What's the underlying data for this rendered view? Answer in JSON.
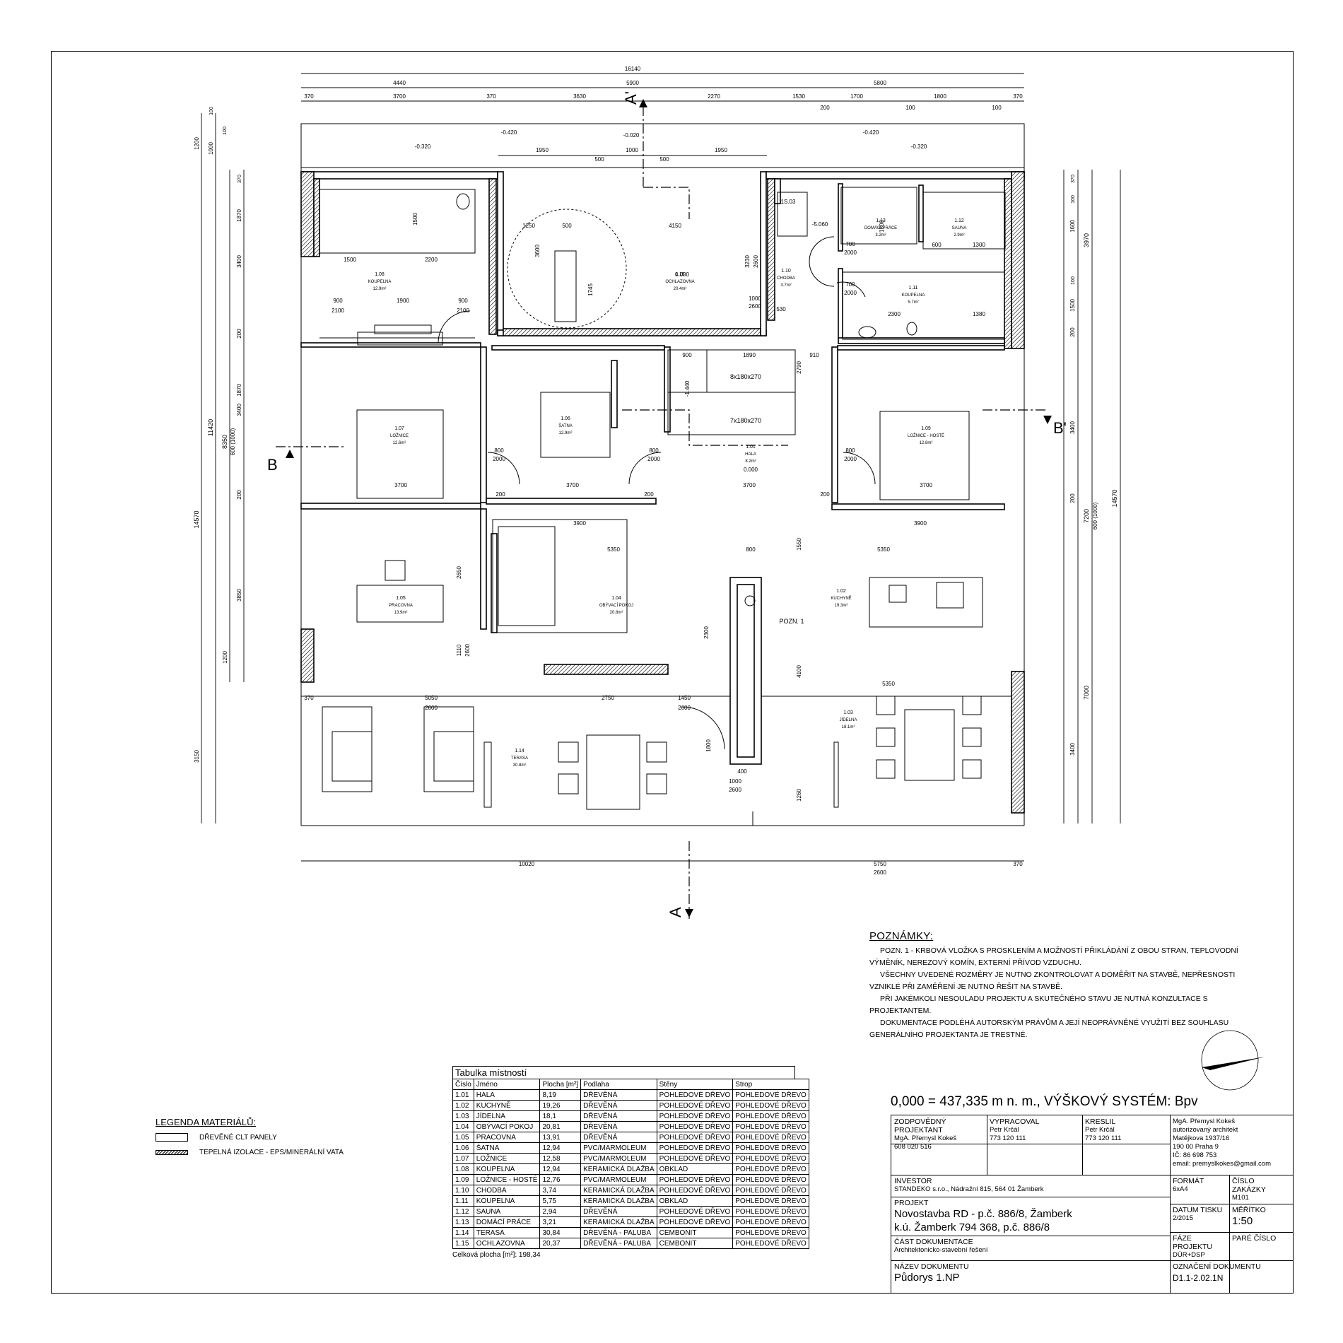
{
  "section_marks": {
    "a_top": "A'",
    "a_bottom": "A",
    "b_left": "B",
    "b_right": "B'"
  },
  "plan_labels": [
    {
      "id": "d-16140",
      "text": "16140"
    },
    {
      "id": "d-4440",
      "text": "4440"
    },
    {
      "id": "d-5900",
      "text": "5900"
    },
    {
      "id": "d-5800",
      "text": "5800"
    },
    {
      "id": "d-370a",
      "text": "370"
    },
    {
      "id": "d-3700a",
      "text": "3700"
    },
    {
      "id": "d-370b",
      "text": "370"
    },
    {
      "id": "d-3630",
      "text": "3630"
    },
    {
      "id": "d-2270",
      "text": "2270"
    },
    {
      "id": "d-1530",
      "text": "1530"
    },
    {
      "id": "d-200a",
      "text": "200"
    },
    {
      "id": "d-1700a",
      "text": "1700"
    },
    {
      "id": "d-100a",
      "text": "100"
    },
    {
      "id": "d-1800a",
      "text": "1800"
    },
    {
      "id": "d-100b",
      "text": "100"
    },
    {
      "id": "d-370c",
      "text": "370"
    },
    {
      "id": "lv-1",
      "text": "-0.320"
    },
    {
      "id": "lv-2",
      "text": "-0.420"
    },
    {
      "id": "lv-3",
      "text": "-0.020"
    },
    {
      "id": "lv-4",
      "text": "-0.420"
    },
    {
      "id": "lv-5",
      "text": "-0.320"
    },
    {
      "id": "d-1950a",
      "text": "1950"
    },
    {
      "id": "d-500a",
      "text": "500"
    },
    {
      "id": "d-1000a",
      "text": "1000"
    },
    {
      "id": "d-500b",
      "text": "500"
    },
    {
      "id": "d-1950b",
      "text": "1950"
    },
    {
      "id": "r108",
      "text": "1.08"
    },
    {
      "id": "r108n",
      "text": "KOUPELNA"
    },
    {
      "id": "r108a",
      "text": "12.9m²"
    },
    {
      "id": "r115",
      "text": "1.15"
    },
    {
      "id": "r115n",
      "text": "OCHLAZOVNA"
    },
    {
      "id": "r115a",
      "text": "20.4m²"
    },
    {
      "id": "r115l",
      "text": "0.000"
    },
    {
      "id": "r110",
      "text": "1.10"
    },
    {
      "id": "r110n",
      "text": "CHODBA"
    },
    {
      "id": "r110a",
      "text": "3.7m²"
    },
    {
      "id": "r113",
      "text": "1.13"
    },
    {
      "id": "r113n",
      "text": "DOMÁCÍ PRÁCE"
    },
    {
      "id": "r113a",
      "text": "3.2m²"
    },
    {
      "id": "r112",
      "text": "1.12"
    },
    {
      "id": "r112n",
      "text": "SAUNA"
    },
    {
      "id": "r112a",
      "text": "2.9m²"
    },
    {
      "id": "r111",
      "text": "1.11"
    },
    {
      "id": "r111n",
      "text": "KOUPELNA"
    },
    {
      "id": "r111a",
      "text": "5.7m²"
    },
    {
      "id": "r107",
      "text": "1.07"
    },
    {
      "id": "r107n",
      "text": "LOŽNICE"
    },
    {
      "id": "r107a",
      "text": "12.6m²"
    },
    {
      "id": "r106",
      "text": "1.06"
    },
    {
      "id": "r106n",
      "text": "ŠATNA"
    },
    {
      "id": "r106a",
      "text": "12.9m²"
    },
    {
      "id": "r101",
      "text": "1.01"
    },
    {
      "id": "r101n",
      "text": "HALA"
    },
    {
      "id": "r101a",
      "text": "8.2m²"
    },
    {
      "id": "r101l",
      "text": "0.000"
    },
    {
      "id": "r109",
      "text": "1.09"
    },
    {
      "id": "r109n",
      "text": "LOŽNICE - HOSTÉ"
    },
    {
      "id": "r109a",
      "text": "12.8m²"
    },
    {
      "id": "r105",
      "text": "1.05"
    },
    {
      "id": "r105n",
      "text": "PRACOVNA"
    },
    {
      "id": "r105a",
      "text": "13.9m²"
    },
    {
      "id": "r104",
      "text": "1.04"
    },
    {
      "id": "r104n",
      "text": "OBÝVACÍ POKOJ"
    },
    {
      "id": "r104a",
      "text": "20.8m²"
    },
    {
      "id": "r102",
      "text": "1.02"
    },
    {
      "id": "r102n",
      "text": "KUCHYNĚ"
    },
    {
      "id": "r102a",
      "text": "19.3m²"
    },
    {
      "id": "r103",
      "text": "1.03"
    },
    {
      "id": "r103n",
      "text": "JÍDELNA"
    },
    {
      "id": "r103a",
      "text": "18.1m²"
    },
    {
      "id": "r114",
      "text": "1.14"
    },
    {
      "id": "r114n",
      "text": "TERASA"
    },
    {
      "id": "r114a",
      "text": "30.8m²"
    },
    {
      "id": "ts03",
      "text": "1S.03"
    },
    {
      "id": "lv-5060",
      "text": "-5.060"
    },
    {
      "id": "lv-1440",
      "text": "-1.440"
    },
    {
      "id": "st1",
      "text": "8x180x270"
    },
    {
      "id": "st2",
      "text": "7x180x270"
    },
    {
      "id": "pozn1",
      "text": "POZN. 1"
    },
    {
      "id": "i1500a",
      "text": "1500"
    },
    {
      "id": "i1500b",
      "text": "1500"
    },
    {
      "id": "i2200",
      "text": "2200"
    },
    {
      "id": "i900a",
      "text": "900"
    },
    {
      "id": "i2100a",
      "text": "2100"
    },
    {
      "id": "i1900",
      "text": "1900"
    },
    {
      "id": "i900b",
      "text": "900"
    },
    {
      "id": "i2100b",
      "text": "2100"
    },
    {
      "id": "i1250",
      "text": "1250"
    },
    {
      "id": "i500",
      "text": "500"
    },
    {
      "id": "i4150",
      "text": "4150"
    },
    {
      "id": "i3600",
      "text": "3600"
    },
    {
      "id": "i1745",
      "text": "1745"
    },
    {
      "id": "i3230",
      "text": "3230"
    },
    {
      "id": "i2600",
      "text": "2600"
    },
    {
      "id": "i1000",
      "text": "1000"
    },
    {
      "id": "i2600b",
      "text": "2600"
    },
    {
      "id": "i530",
      "text": "530"
    },
    {
      "id": "i900c",
      "text": "900"
    },
    {
      "id": "i1890",
      "text": "1890"
    },
    {
      "id": "i910",
      "text": "910"
    },
    {
      "id": "i2790",
      "text": "2790"
    },
    {
      "id": "i800a",
      "text": "800"
    },
    {
      "id": "i2000a",
      "text": "2000"
    },
    {
      "id": "i800b",
      "text": "800"
    },
    {
      "id": "i2000b",
      "text": "2000"
    },
    {
      "id": "i800c",
      "text": "800"
    },
    {
      "id": "i2000c",
      "text": "2000"
    },
    {
      "id": "i3700a",
      "text": "3700"
    },
    {
      "id": "i3700b",
      "text": "3700"
    },
    {
      "id": "i3700c",
      "text": "3700"
    },
    {
      "id": "i3700d",
      "text": "3700"
    },
    {
      "id": "i200a",
      "text": "200"
    },
    {
      "id": "i200b",
      "text": "200"
    },
    {
      "id": "i200c",
      "text": "200"
    },
    {
      "id": "i3900a",
      "text": "3900"
    },
    {
      "id": "i3900b",
      "text": "3900"
    },
    {
      "id": "i5350a",
      "text": "5350"
    },
    {
      "id": "i800d",
      "text": "800"
    },
    {
      "id": "i5350b",
      "text": "5350"
    },
    {
      "id": "i5350c",
      "text": "5350"
    },
    {
      "id": "i2650",
      "text": "2650"
    },
    {
      "id": "i1110",
      "text": "1110"
    },
    {
      "id": "i2600c",
      "text": "2600"
    },
    {
      "id": "i2300",
      "text": "2300"
    },
    {
      "id": "i1550",
      "text": "1550"
    },
    {
      "id": "i4100",
      "text": "4100"
    },
    {
      "id": "i1260",
      "text": "1260"
    },
    {
      "id": "i370d",
      "text": "370"
    },
    {
      "id": "i5050",
      "text": "5050"
    },
    {
      "id": "i2600d",
      "text": "2600"
    },
    {
      "id": "i2750",
      "text": "2750"
    },
    {
      "id": "i1450",
      "text": "1450"
    },
    {
      "id": "i2600e",
      "text": "2600"
    },
    {
      "id": "i1800",
      "text": "1800"
    },
    {
      "id": "i400",
      "text": "400"
    },
    {
      "id": "i1000b",
      "text": "1000"
    },
    {
      "id": "i2600f",
      "text": "2600"
    },
    {
      "id": "i700a",
      "text": "700"
    },
    {
      "id": "i2000d",
      "text": "2000"
    },
    {
      "id": "i700b",
      "text": "700"
    },
    {
      "id": "i2000e",
      "text": "2000"
    },
    {
      "id": "i1800b",
      "text": "1800"
    },
    {
      "id": "i600",
      "text": "600"
    },
    {
      "id": "i1300",
      "text": "1300"
    },
    {
      "id": "i2300b",
      "text": "2300"
    },
    {
      "id": "i1380",
      "text": "1380"
    },
    {
      "id": "b10020",
      "text": "10020"
    },
    {
      "id": "b5750",
      "text": "5750"
    },
    {
      "id": "b2600",
      "text": "2600"
    },
    {
      "id": "b370",
      "text": "370"
    },
    {
      "id": "l14570",
      "text": "14570"
    },
    {
      "id": "l11420",
      "text": "11420"
    },
    {
      "id": "l8350",
      "text": "8350"
    },
    {
      "id": "l600",
      "text": "600 (1000)"
    },
    {
      "id": "l1200a",
      "text": "1200"
    },
    {
      "id": "l1000",
      "text": "1000"
    },
    {
      "id": "l100a",
      "text": "100"
    },
    {
      "id": "l100b",
      "text": "100"
    },
    {
      "id": "l370",
      "text": "370"
    },
    {
      "id": "l1870a",
      "text": "1870"
    },
    {
      "id": "l3400a",
      "text": "3400"
    },
    {
      "id": "l200a",
      "text": "200"
    },
    {
      "id": "l1870b",
      "text": "1870"
    },
    {
      "id": "l3400b",
      "text": "3400"
    },
    {
      "id": "l200b",
      "text": "200"
    },
    {
      "id": "l3850",
      "text": "3850"
    },
    {
      "id": "l1200b",
      "text": "1200"
    },
    {
      "id": "l3150",
      "text": "3150"
    },
    {
      "id": "r14570",
      "text": "14570"
    },
    {
      "id": "r3970",
      "text": "3970"
    },
    {
      "id": "r7200",
      "text": "7200"
    },
    {
      "id": "r600",
      "text": "600 (1000)"
    },
    {
      "id": "r370",
      "text": "370"
    },
    {
      "id": "r100a",
      "text": "100"
    },
    {
      "id": "r1600",
      "text": "1600"
    },
    {
      "id": "r100b",
      "text": "100"
    },
    {
      "id": "r1500",
      "text": "1500"
    },
    {
      "id": "r200a",
      "text": "200"
    },
    {
      "id": "r3400a",
      "text": "3400"
    },
    {
      "id": "r200b",
      "text": "200"
    },
    {
      "id": "r7000",
      "text": "7000"
    },
    {
      "id": "r3400b",
      "text": "3400"
    }
  ],
  "notes": {
    "title": "POZNÁMKY:",
    "items": [
      "POZN. 1 - KRBOVÁ VLOŽKA S PROSKLENÍM A MOŽNOSTÍ PŘIKLÁDÁNÍ Z OBOU STRAN, TEPLOVODNÍ VÝMĚNÍK, NEREZOVÝ KOMÍN, EXTERNÍ PŘÍVOD VZDUCHU.",
      "VŠECHNY UVEDENÉ ROZMĚRY JE NUTNO ZKONTROLOVAT A DOMĚŘIT NA STAVBĚ, NEPŘESNOSTI VZNIKLÉ PŘI ZAMĚŘENÍ JE NUTNO ŘEŠIT NA STAVBĚ.",
      "PŘI JAKÉMKOLI NESOULADU PROJEKTU A SKUTEČNÉHO STAVU JE NUTNÁ KONZULTACE S PROJEKTANTEM.",
      "DOKUMENTACE PODLÉHÁ AUTORSKÝM PRÁVŮM A JEJÍ NEOPRÁVNĚNÉ VYUŽITÍ BEZ SOUHLASU GENERÁLNÍHO PROJEKTANTA JE TRESTNÉ."
    ]
  },
  "legend": {
    "title": "LEGENDA MATERIÁLŮ:",
    "items": [
      "DŘEVĚNÉ CLT PANELY",
      "TEPELNÁ IZOLACE - EPS/MINERÁLNÍ VATA"
    ]
  },
  "room_table": {
    "title": "Tabulka místností",
    "headers": [
      "Číslo",
      "Jméno",
      "Plocha [m²]",
      "Podlaha",
      "Stěny",
      "Strop"
    ],
    "rows": [
      [
        "1.01",
        "HALA",
        "8,19",
        "DŘEVĚNÁ",
        "POHLEDOVÉ DŘEVO",
        "POHLEDOVÉ DŘEVO"
      ],
      [
        "1.02",
        "KUCHYNĚ",
        "19,26",
        "DŘEVĚNÁ",
        "POHLEDOVÉ DŘEVO",
        "POHLEDOVÉ DŘEVO"
      ],
      [
        "1.03",
        "JÍDELNA",
        "18,1",
        "DŘEVĚNÁ",
        "POHLEDOVÉ DŘEVO",
        "POHLEDOVÉ DŘEVO"
      ],
      [
        "1.04",
        "OBÝVACÍ POKOJ",
        "20,81",
        "DŘEVĚNÁ",
        "POHLEDOVÉ DŘEVO",
        "POHLEDOVÉ DŘEVO"
      ],
      [
        "1.05",
        "PRACOVNA",
        "13,91",
        "DŘEVĚNÁ",
        "POHLEDOVÉ DŘEVO",
        "POHLEDOVÉ DŘEVO"
      ],
      [
        "1.06",
        "ŠATNA",
        "12,94",
        "PVC/MARMOLEUM",
        "POHLEDOVÉ DŘEVO",
        "POHLEDOVÉ DŘEVO"
      ],
      [
        "1.07",
        "LOŽNICE",
        "12,58",
        "PVC/MARMOLEUM",
        "POHLEDOVÉ DŘEVO",
        "POHLEDOVÉ DŘEVO"
      ],
      [
        "1.08",
        "KOUPELNA",
        "12,94",
        "KERAMICKÁ DLAŽBA",
        "OBKLAD",
        "POHLEDOVÉ DŘEVO"
      ],
      [
        "1.09",
        "LOŽNICE - HOSTÉ",
        "12,76",
        "PVC/MARMOLEUM",
        "POHLEDOVÉ DŘEVO",
        "POHLEDOVÉ DŘEVO"
      ],
      [
        "1.10",
        "CHODBA",
        "3,74",
        "KERAMICKÁ DLAŽBA",
        "POHLEDOVÉ DŘEVO",
        "POHLEDOVÉ DŘEVO"
      ],
      [
        "1.11",
        "KOUPELNA",
        "5,75",
        "KERAMICKÁ DLAŽBA",
        "OBKLAD",
        "POHLEDOVÉ DŘEVO"
      ],
      [
        "1.12",
        "SAUNA",
        "2,94",
        "DŘEVĚNÁ",
        "POHLEDOVÉ DŘEVO",
        "POHLEDOVÉ DŘEVO"
      ],
      [
        "1.13",
        "DOMÁCÍ PRÁCE",
        "3,21",
        "KERAMICKÁ DLAŽBA",
        "POHLEDOVÉ DŘEVO",
        "POHLEDOVÉ DŘEVO"
      ],
      [
        "1.14",
        "TERASA",
        "30,84",
        "DŘEVĚNÁ - PALUBA",
        "CEMBONIT",
        "POHLEDOVÉ DŘEVO"
      ],
      [
        "1.15",
        "OCHLAZOVNA",
        "20,37",
        "DŘEVĚNÁ - PALUBA",
        "CEMBONIT",
        "POHLEDOVÉ DŘEVO"
      ]
    ],
    "total": "Celková plocha [m²]: 198,34"
  },
  "title_block": {
    "elevation": "0,000 = 437,335 m n. m., VÝŠKOVÝ SYSTÉM: Bpv",
    "responsible_label": "ZODPOVĚDNÝ PROJEKTANT",
    "responsible_name": "MgA. Přemysl Kokeš",
    "responsible_phone": "608 020 516",
    "prepared_label": "VYPRACOVAL",
    "prepared_name": "Petr Krčál",
    "prepared_phone": "773 120 111",
    "drawn_label": "KRESLIL",
    "drawn_name": "Petr Krčál",
    "drawn_phone": "773 120 111",
    "architect_lines": [
      "MgA. Přemysl Kokeš",
      "autorizovaný architekt",
      "Matějkova 1937/16",
      "190 00 Praha 9",
      "IČ: 86 698 753",
      "email: premyslkokes@gmail.com"
    ],
    "investor_label": "INVESTOR",
    "investor_value": "STANDEKO s.r.o., Nádražní 815, 564 01 Žamberk",
    "project_label": "PROJEKT",
    "project_line1": "Novostavba RD - p.č. 886/8, Žamberk",
    "project_line2": "k.ú. Žamberk 794 368, p.č. 886/8",
    "format_label": "FORMÁT",
    "format_value": "6xA4",
    "order_label": "ČÍSLO ZAKÁZKY",
    "order_value": "M101",
    "date_label": "DATUM TISKU",
    "date_value": "2/2015",
    "scale_label": "MĚŘÍTKO",
    "scale_value": "1:50",
    "part_label": "ČÁST DOKUMENTACE",
    "part_value": "Architektonicko-stavební řešení",
    "phase_label": "FÁZE PROJEKTU",
    "phase_value": "DÚR+DSP",
    "copy_label": "PARÉ ČÍSLO",
    "docname_label": "NÁZEV DOKUMENTU",
    "docname_value": "Půdorys 1.NP",
    "docid_label": "OZNAČENÍ DOKUMENTU",
    "docid_value": "D1.1-2.02.1N"
  }
}
